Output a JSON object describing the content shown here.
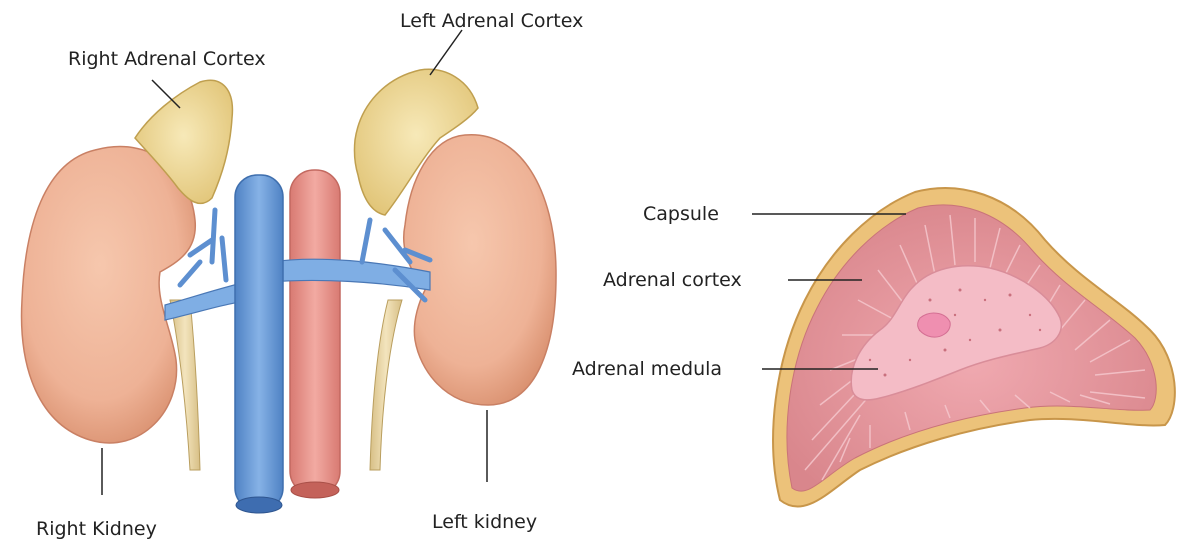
{
  "labels": {
    "right_adrenal_cortex": "Right Adrenal Cortex",
    "left_adrenal_cortex": "Left Adrenal Cortex",
    "right_kidney": "Right Kidney",
    "left_kidney": "Left kidney",
    "capsule": "Capsule",
    "adrenal_cortex": "Adrenal cortex",
    "adrenal_medula": "Adrenal medula"
  },
  "colors": {
    "kidney": "#eeb296",
    "adrenal_gland": "#f0dc9a",
    "vena_cava": "#6f9fd8",
    "aorta": "#e9938a",
    "ureter": "#ead7a8",
    "cortex": "#d98a8f",
    "medulla": "#f2b3bf",
    "capsule": "#e8b86a"
  }
}
